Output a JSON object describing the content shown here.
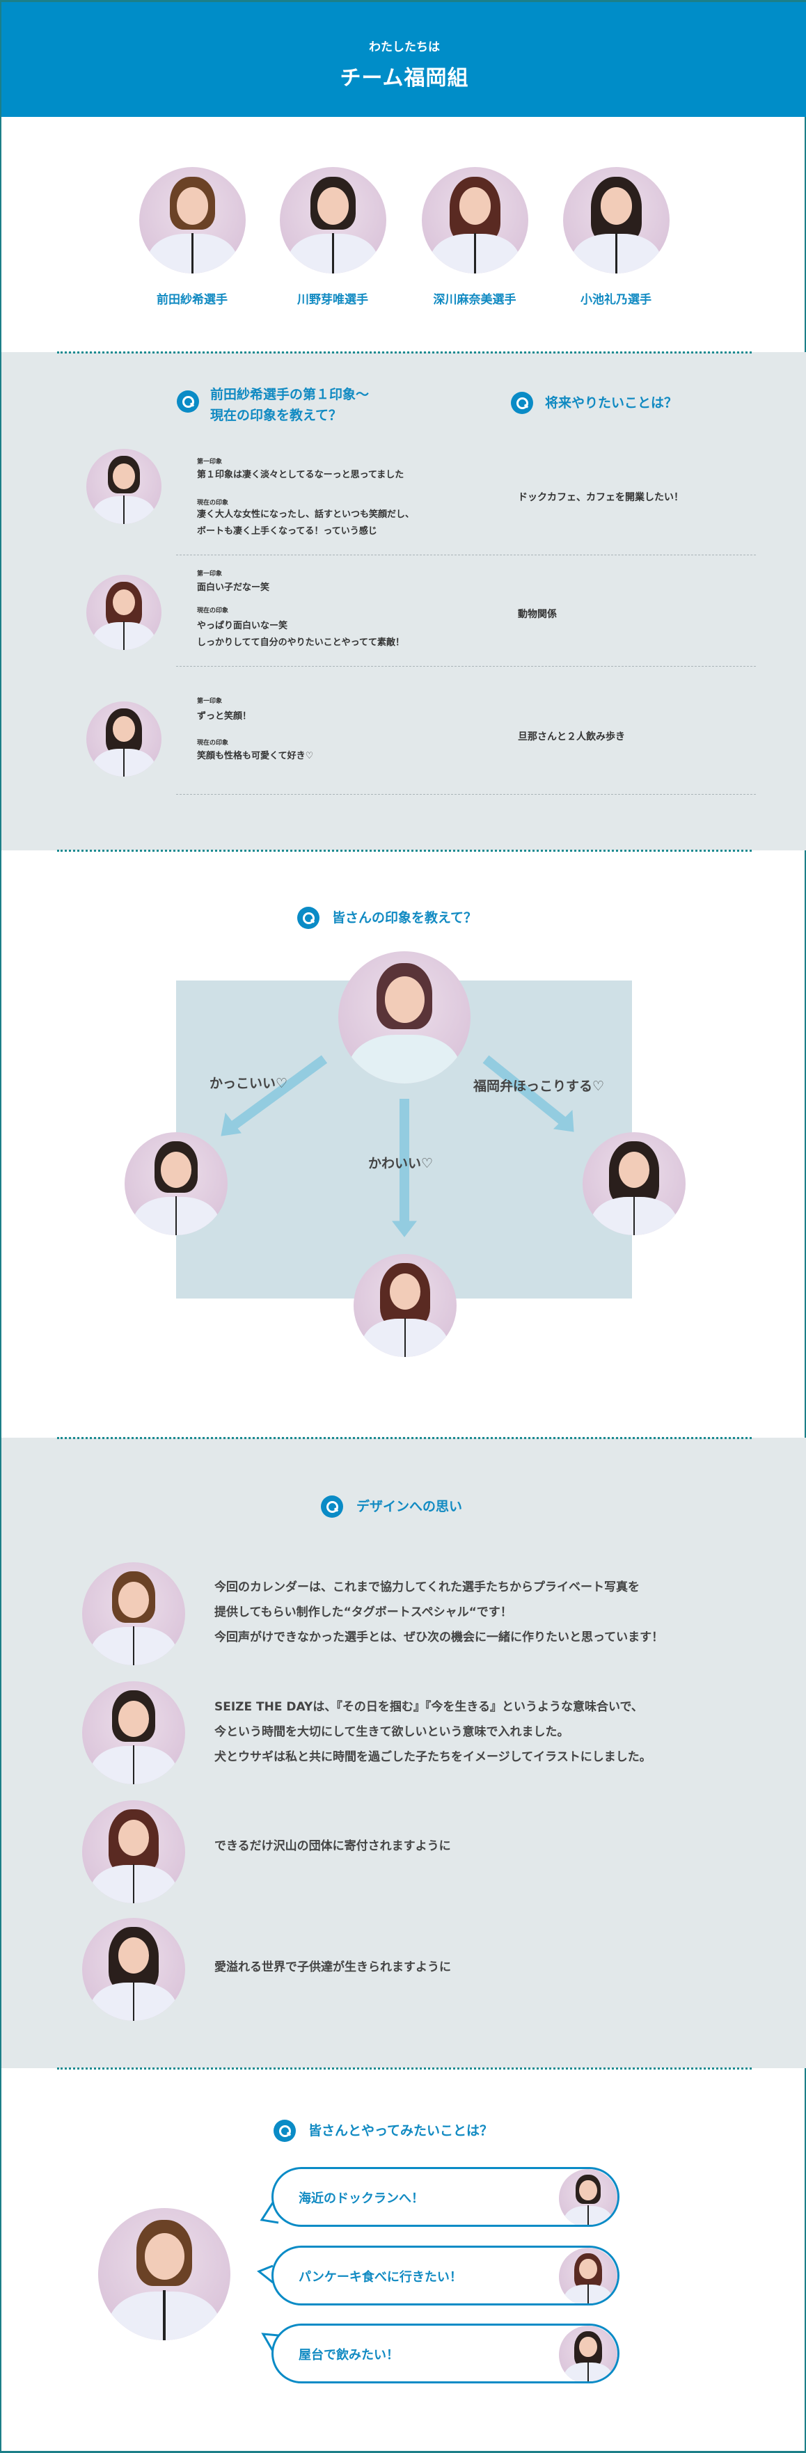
{
  "header": {
    "subtitle": "わたしたちは",
    "title": "チーム福岡組"
  },
  "members": [
    "前田紗希選手",
    "川野芽唯選手",
    "深川麻奈美選手",
    "小池礼乃選手"
  ],
  "impressions": {
    "question_lines": [
      "前田紗希選手の第１印象〜",
      "現在の印象を教えて？"
    ],
    "future_question": "将来やりたいことは？",
    "label_first": "第一印象",
    "label_current": "現在の印象",
    "rows": [
      {
        "first": [
          "第１印象は凄く淡々としてるなーっと思ってました"
        ],
        "current": [
          "凄く大人な女性になったし、話すといつも笑顔だし、",
          "ボートも凄く上手くなってる！っていう感じ"
        ],
        "future": "ドックカフェ、カフェを開業したい！"
      },
      {
        "first": [
          "面白い子だなー笑"
        ],
        "current": [
          "やっぱり面白いなー笑",
          "しっかりしてて自分のやりたいことやってて素敵！"
        ],
        "future": "動物関係"
      },
      {
        "first": [
          "ずっと笑顔！"
        ],
        "current": [
          "笑顔も性格も可愛くて好き♡"
        ],
        "future": "旦那さんと２人飲み歩き"
      }
    ]
  },
  "diagram": {
    "question": "皆さんの印象を教えて？",
    "labels": {
      "left": "かっこいい♡",
      "center": "かわいい♡",
      "right": "福岡弁ほっこりする♡"
    }
  },
  "design": {
    "question": "デザインへの思い",
    "items": [
      [
        "今回のカレンダーは、これまで協力してくれた選手たちからプライベート写真を",
        "提供してもらい制作した“タグボートスペシャル“です！",
        "今回声がけできなかった選手とは、ぜひ次の機会に一緒に作りたいと思っています！"
      ],
      [
        "SEIZE THE DAYは、『その日を掴む』『今を生きる』というような意味合いで、",
        "今という時間を大切にして生きて欲しいという意味で入れました。",
        "犬とウサギは私と共に時間を過ごした子たちをイメージしてイラストにしました。"
      ],
      [
        "できるだけ沢山の団体に寄付されますように"
      ],
      [
        "愛溢れる世界で子供達が生きられますように"
      ]
    ]
  },
  "together": {
    "question": "皆さんとやってみたいことは？",
    "bubbles": [
      "海近のドックランへ！",
      "パンケーキ食べに行きたい！",
      "屋台で飲みたい！"
    ]
  },
  "colors": {
    "brand": "#008dc8",
    "accent_text": "#118ac2",
    "gray_bg": "#e2e8ea",
    "box_bg": "#cfe0e6",
    "arrow": "#93cce0"
  }
}
